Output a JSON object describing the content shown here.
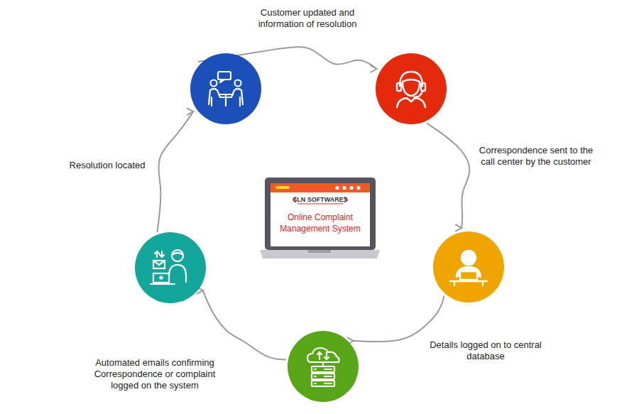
{
  "diagram": {
    "nodes": [
      {
        "text": []
      },
      {
        "text": []
      },
      {
        "text": [
          "SLN SOFTWARES",
          "Online Complaint Management System"
        ]
      },
      {
        "text": []
      },
      {
        "text": []
      },
      {
        "text": []
      }
    ],
    "edges": [
      {
        "from": 0,
        "to": 1,
        "arrow": "to",
        "label": "Customer updated and information of resolution"
      },
      {
        "from": 1,
        "to": 4,
        "arrow": "to",
        "label": "Correspondence sent to the call center by the customer"
      },
      {
        "from": 4,
        "to": 5,
        "arrow": "to",
        "label": "Details logged on to central database"
      },
      {
        "from": 5,
        "to": 3,
        "arrow": "to",
        "label": "Automated emails confirming Correspondence or complaint logged on the system"
      },
      {
        "from": 3,
        "to": 0,
        "arrow": "to",
        "label": "Resolution located"
      }
    ]
  }
}
